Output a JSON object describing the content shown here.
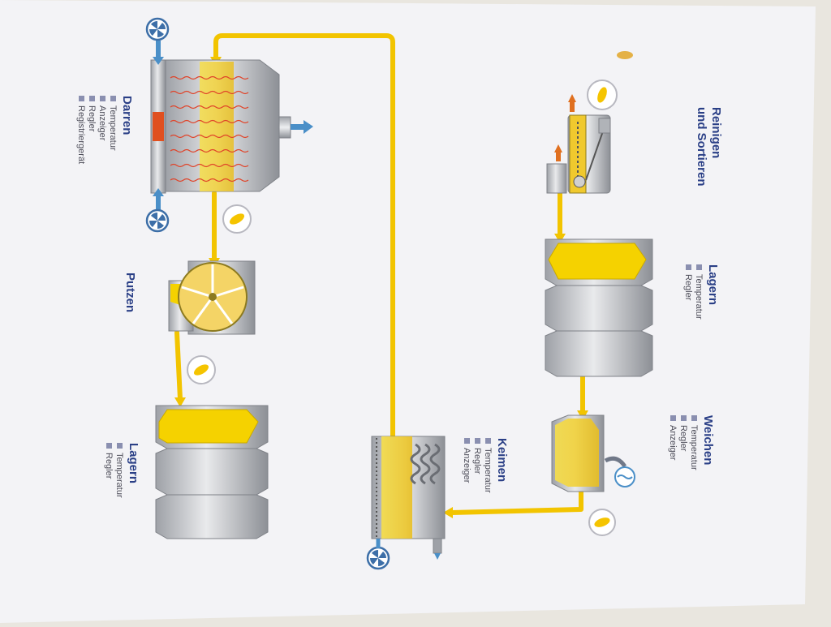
{
  "colors": {
    "pipe": "#f2c400",
    "grain_fill": "#f5d200",
    "steel": "#c7c9cd",
    "title": "#2a3f86",
    "water": "#4a8fc8",
    "heater": "#e05020"
  },
  "stages": {
    "reinigen": {
      "title_1": "Reinigen",
      "title_2": "und Sortieren"
    },
    "lagern_1": {
      "title": "Lagern",
      "items": [
        "Temperatur",
        "Regler"
      ]
    },
    "weichen": {
      "title": "Weichen",
      "items": [
        "Temperatur",
        "Regler",
        "Anzeiger"
      ]
    },
    "keimen": {
      "title": "Keimen",
      "items": [
        "Temperatur",
        "Regler",
        "Anzeiger"
      ]
    },
    "darren": {
      "title": "Darren",
      "items": [
        "Temperatur",
        "Anzeiger",
        "Regler",
        "Registriergerät"
      ]
    },
    "putzen": {
      "title": "Putzen"
    },
    "lagern_2": {
      "title": "Lagern",
      "items": [
        "Temperatur",
        "Regler"
      ]
    }
  }
}
